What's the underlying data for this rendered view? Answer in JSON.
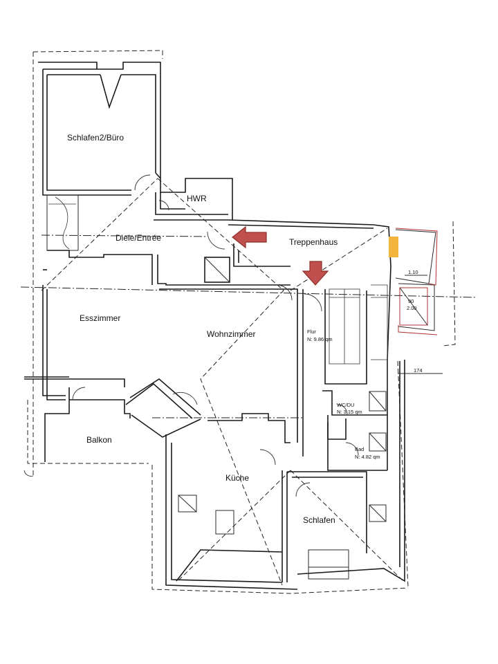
{
  "rooms": {
    "schlafen2": "Schlafen2/Büro",
    "hwr": "HWR",
    "diele": "Diele/Entrée",
    "treppenhaus": "Treppenhaus",
    "esszimmer": "Esszimmer",
    "wohnzimmer": "Wohnzimmer",
    "balkon": "Balkon",
    "kueche": "Küche",
    "schlafen": "Schlafen"
  },
  "annotations": {
    "flur_name": "Flur",
    "flur_area": "N: 9.86  qm",
    "wcdu_name": "WC/DU",
    "wcdu_area": "N: 3.15  qm",
    "bad_name": "Bad",
    "bad_area": "N: 4.82  qm",
    "dim_110": "1.10",
    "dim_90": "90",
    "dim_200": "2.00",
    "dim_174": "174"
  },
  "colors": {
    "arrow": "#c0504d",
    "marker_orange": "#f2b43a",
    "outline_red": "#b03030"
  }
}
